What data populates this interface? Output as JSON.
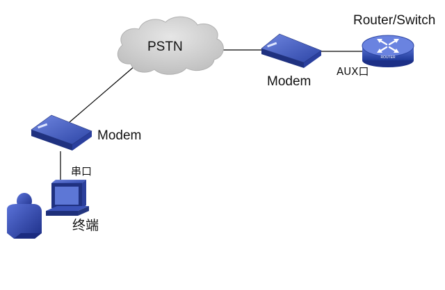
{
  "diagram": {
    "cloud": {
      "label": "PSTN"
    },
    "modem_remote": {
      "label": "Modem"
    },
    "modem_local": {
      "label": "Modem"
    },
    "router": {
      "label": "Router/Switch",
      "badge": "ROUTER",
      "port_label": "AUX口"
    },
    "terminal": {
      "label": "终端",
      "port_label": "串口"
    }
  },
  "colors": {
    "device_blue": "#3a52b8",
    "device_dark": "#1e2f7a",
    "router_blue": "#2d49a8",
    "cloud_gray": "#cfcfcf",
    "line": "#000000"
  },
  "icons": {
    "cloud": "cloud-icon",
    "modem": "modem-icon",
    "router": "router-icon",
    "computer": "computer-icon",
    "user": "user-icon"
  }
}
